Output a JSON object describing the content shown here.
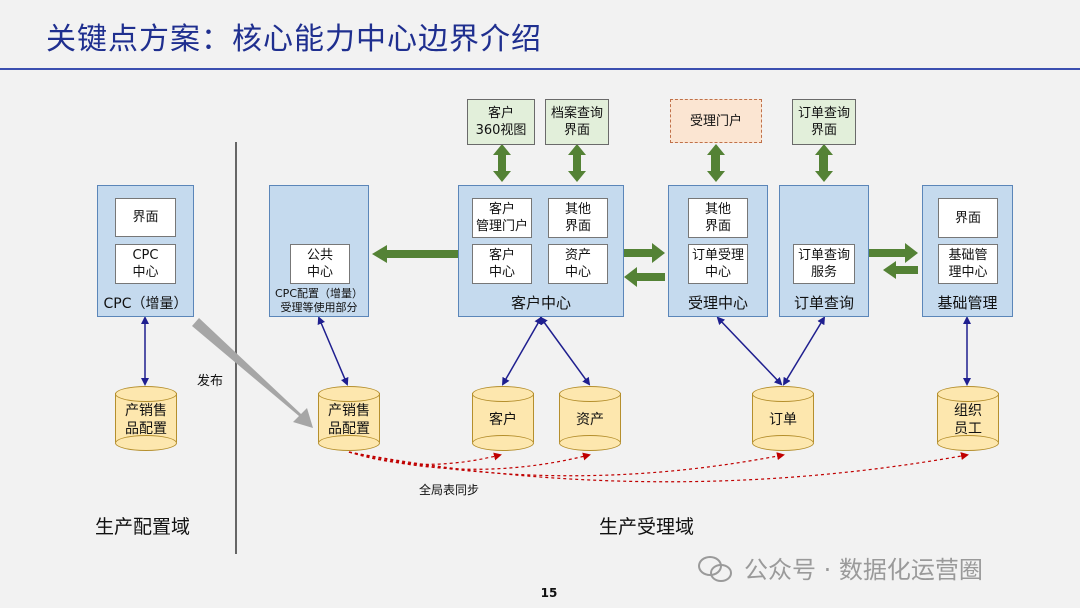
{
  "title": "关键点方案：核心能力中心边界介绍",
  "domains": {
    "config": "生产配置域",
    "accept": "生产受理域"
  },
  "publish_label": "发布",
  "sync_label": "全局表同步",
  "page_number": "15",
  "watermark": "公众号 · 数据化运营圈",
  "top_boxes": {
    "customer360": "客户\n360视图",
    "archive_query": "档案查询\n界面",
    "accept_portal": "受理门户",
    "order_query_ui": "订单查询\n界面"
  },
  "containers": {
    "cpc": {
      "label": "CPC（增量）",
      "items": [
        "界面",
        "CPC\n中心"
      ]
    },
    "public": {
      "note_line1": "CPC配置（增量）",
      "note_line2": "受理等使用部分",
      "items": [
        "公共\n中心"
      ]
    },
    "customer": {
      "label": "客户中心",
      "items": [
        "客户\n管理门户",
        "其他\n界面",
        "客户\n中心",
        "资产\n中心"
      ]
    },
    "accept": {
      "label": "受理中心",
      "items": [
        "其他\n界面",
        "订单受理\n中心"
      ]
    },
    "order_query": {
      "label": "订单查询",
      "items": [
        "订单查询\n服务"
      ]
    },
    "base": {
      "label": "基础管理",
      "items": [
        "界面",
        "基础管\n理中心"
      ]
    }
  },
  "databases": {
    "product_config_left": "产销售\n品配置",
    "product_config_right": "产销售\n品配置",
    "customer": "客户",
    "asset": "资产",
    "order": "订单",
    "org": "组织\n员工"
  },
  "colors": {
    "title": "#1f2f8f",
    "container_fill": "#c5daee",
    "top_box_fill": "#e2efda",
    "portal_fill": "#fbe5d2",
    "db_fill": "#fde7ae",
    "green_arrow": "#548235",
    "blue_arrow": "#1f1f8f",
    "sync_arrow": "#c00000"
  }
}
